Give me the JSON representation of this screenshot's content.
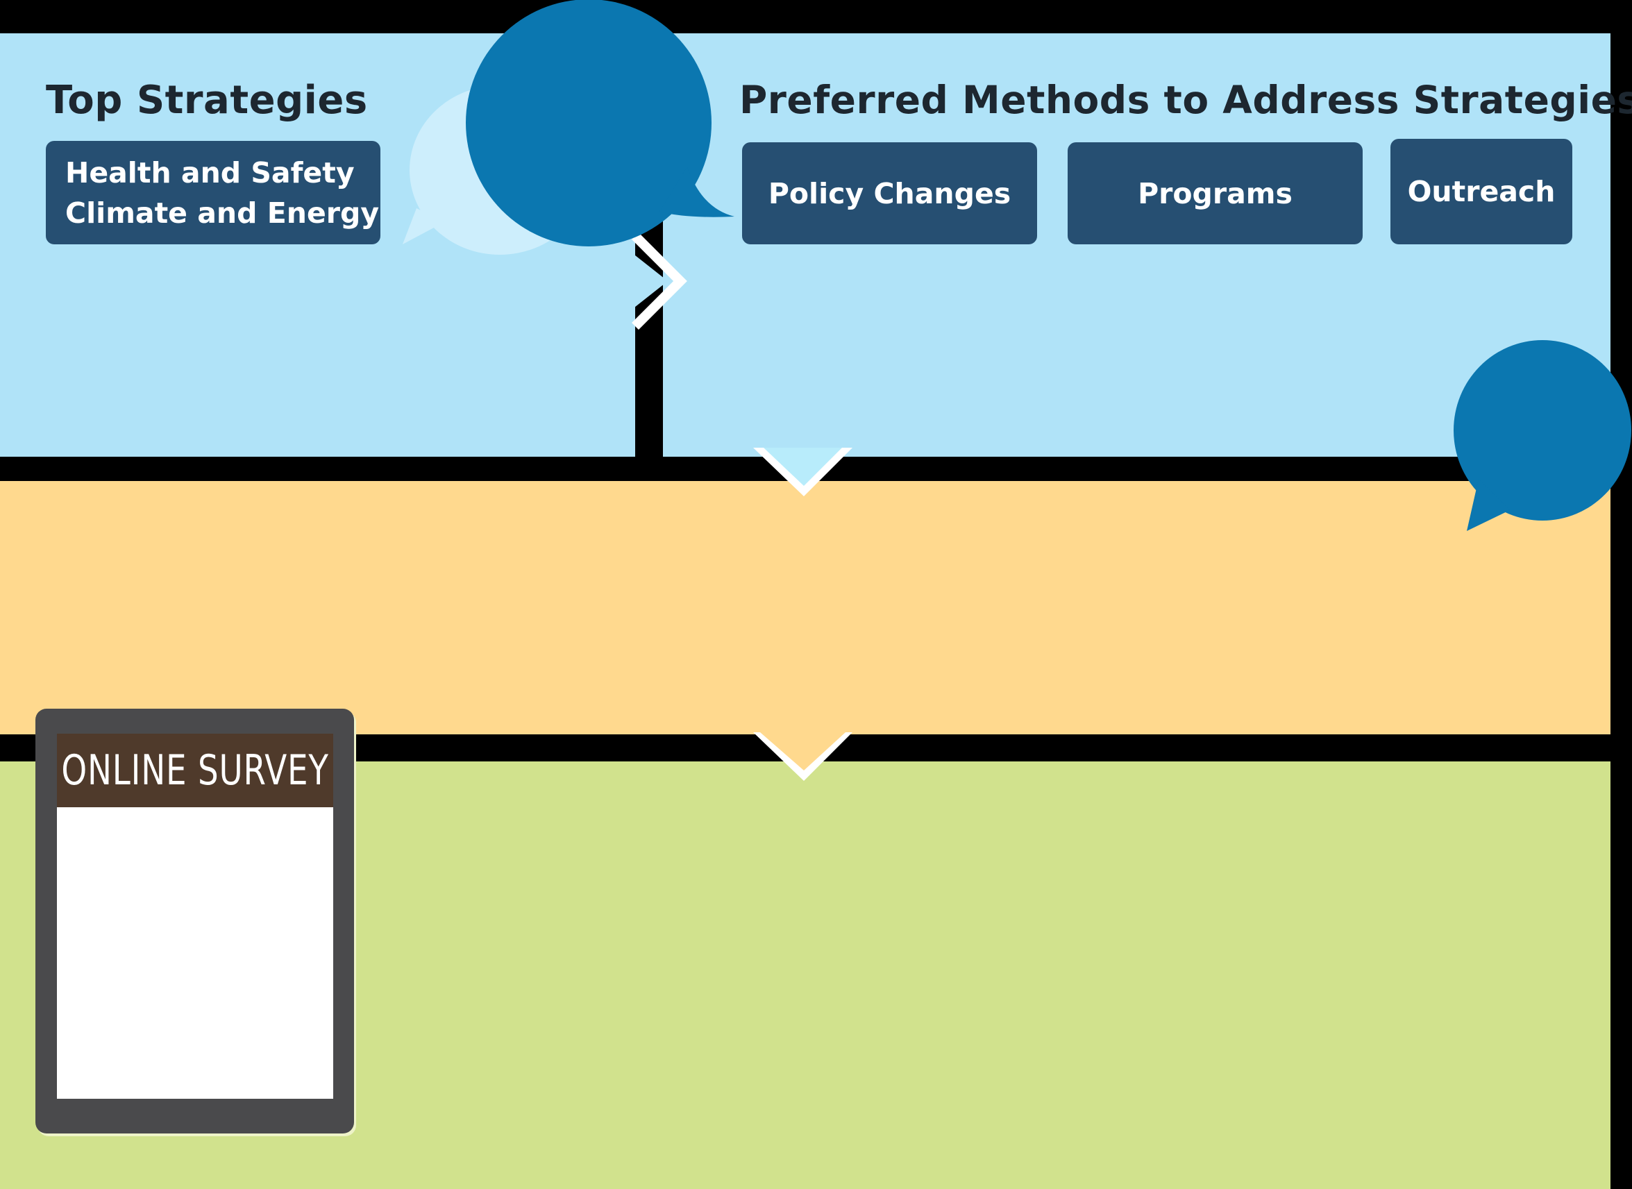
{
  "top_strategies": {
    "heading": "Top Strategies",
    "items": [
      "Health and Safety",
      "Climate and Energy"
    ]
  },
  "preferred_methods": {
    "heading": "Preferred Methods to Address Strategies",
    "methods": [
      "Policy Changes",
      "Programs",
      "Outreach"
    ]
  },
  "survey": {
    "label": "ONLINE SURVEY"
  },
  "colors": {
    "background": "#000000",
    "panel_blue": "#b0e3f8",
    "panel_orange": "#ffd98e",
    "panel_green": "#d1e28d",
    "box_navy": "#264f72",
    "bubble_blue": "#0b77b0",
    "bubble_light": "#cdeefc",
    "tablet_frame": "#4a4a4c",
    "tablet_header": "#4f3a2b"
  },
  "icons": [
    "speech-bubble-icon",
    "chevron-right-icon",
    "chevron-down-icon",
    "tablet-icon"
  ]
}
